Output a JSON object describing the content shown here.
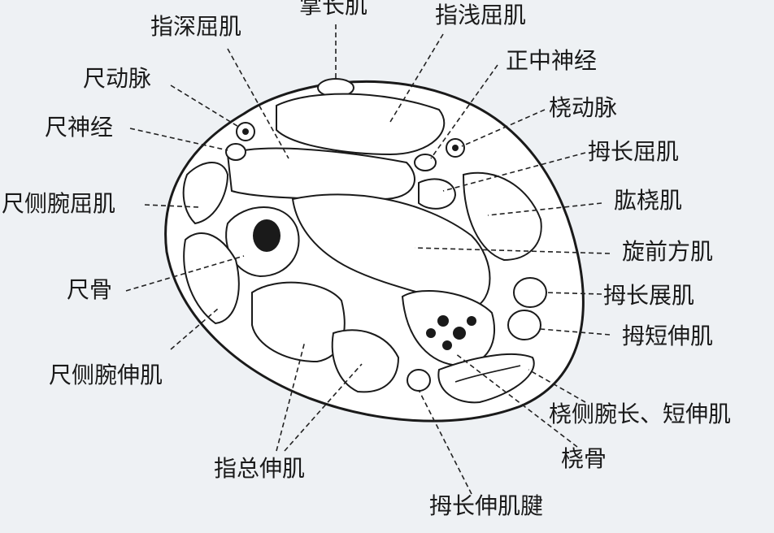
{
  "labels": {
    "palmaris_longus": "掌长肌",
    "fds": "指浅屈肌",
    "fdp": "指深屈肌",
    "median_nerve": "正中神经",
    "ulnar_artery": "尺动脉",
    "radial_artery": "桡动脉",
    "ulnar_nerve": "尺神经",
    "fpl": "拇长屈肌",
    "fcu": "尺侧腕屈肌",
    "brachioradialis": "肱桡肌",
    "pronator_quadratus": "旋前方肌",
    "ulna": "尺骨",
    "apl": "拇长展肌",
    "epb": "拇短伸肌",
    "ecu": "尺侧腕伸肌",
    "ecrl_ecrb": "桡侧腕长、短伸肌",
    "radius": "桡骨",
    "ed": "指总伸肌",
    "epl_tendon": "拇长伸肌腱"
  },
  "colors": {
    "ink": "#1a1a1a",
    "paper": "#eef1f4"
  }
}
